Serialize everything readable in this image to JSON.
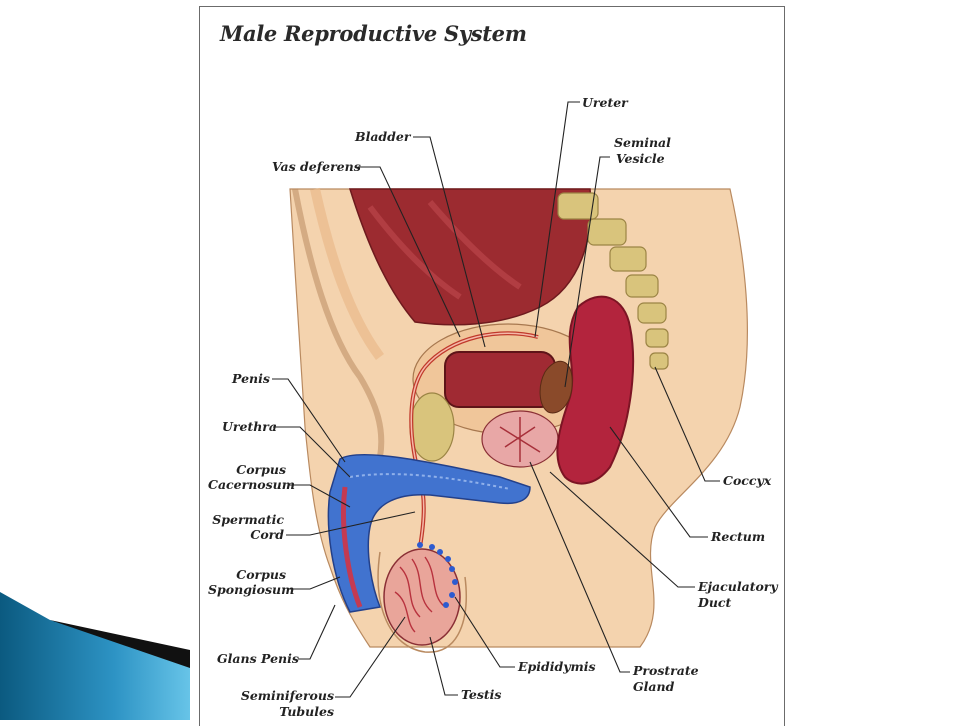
{
  "diagram": {
    "title": "Male Reproductive System",
    "labels": {
      "ureter": "Ureter",
      "bladder": "Bladder",
      "seminal_vesicle_1": "Seminal",
      "seminal_vesicle_2": "Vesicle",
      "vas_deferens": "Vas deferens",
      "penis": "Penis",
      "urethra": "Urethra",
      "corpus_cavernosum_1": "Corpus",
      "corpus_cavernosum_2": "Cacernosum",
      "spermatic_cord_1": "Spermatic",
      "spermatic_cord_2": "Cord",
      "corpus_spongiosum_1": "Corpus",
      "corpus_spongiosum_2": "Spongiosum",
      "glans_penis": "Glans Penis",
      "seminiferous_tubules_1": "Seminiferous",
      "seminiferous_tubules_2": "Tubules",
      "coccyx": "Coccyx",
      "rectum": "Rectum",
      "ejaculatory_duct_1": "Ejaculatory",
      "ejaculatory_duct_2": "Duct",
      "prostate_gland_1": "Prostrate",
      "prostate_gland_2": "Gland",
      "epididymis": "Epididymis",
      "testis": "Testis"
    }
  },
  "colors": {
    "ribbon_dark": "#0d5f86",
    "ribbon_light": "#4fb6dc",
    "skin": "#f4d3ae",
    "bone": "#d8c47e",
    "bladder": "#a22a32",
    "urethra_blue": "#3f6fd0",
    "leader_line": "#222222"
  }
}
